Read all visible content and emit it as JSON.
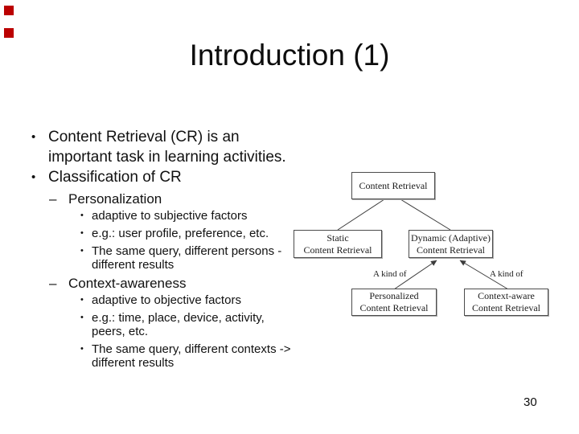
{
  "slide": {
    "title": "Introduction (1)",
    "page_number": "30",
    "background_color": "#ffffff",
    "decoration_square_color": "#bb0000"
  },
  "bullets": [
    {
      "marker": "•",
      "lines": [
        "Content Retrieval (CR) is an",
        "important task in learning activities."
      ]
    },
    {
      "marker": "•",
      "lines": [
        "Classification of CR"
      ]
    },
    {
      "marker": "–",
      "lines": [
        "Personalization"
      ]
    },
    {
      "marker": "•",
      "lines": [
        "adaptive to subjective factors"
      ]
    },
    {
      "marker": "•",
      "lines": [
        "e.g.: user profile, preference, etc."
      ]
    },
    {
      "marker": "•",
      "lines": [
        "The same query, different persons -",
        "different results"
      ]
    },
    {
      "marker": "–",
      "lines": [
        "Context-awareness"
      ]
    },
    {
      "marker": "•",
      "lines": [
        "adaptive to objective factors"
      ]
    },
    {
      "marker": "•",
      "lines": [
        "e.g.: time, place, device, activity,",
        "peers, etc."
      ]
    },
    {
      "marker": "•",
      "lines": [
        "The same query, different contexts ->",
        "different results"
      ]
    }
  ],
  "diagram": {
    "nodes": [
      {
        "id": "content-retrieval",
        "lines": [
          "Content Retrieval"
        ]
      },
      {
        "id": "static-content-retrieval",
        "lines": [
          "Static",
          "Content Retrieval"
        ]
      },
      {
        "id": "dynamic-content-retrieval",
        "lines": [
          "Dynamic (Adaptive)",
          "Content Retrieval"
        ]
      },
      {
        "id": "personalized-content-retrieval",
        "lines": [
          "Personalized",
          "Content Retrieval"
        ]
      },
      {
        "id": "context-aware-content-retrieval",
        "lines": [
          "Context-aware",
          "Content Retrieval"
        ]
      }
    ],
    "edge_labels": [
      "A kind of",
      "A kind of"
    ],
    "line_color": "#3c3c3c"
  }
}
